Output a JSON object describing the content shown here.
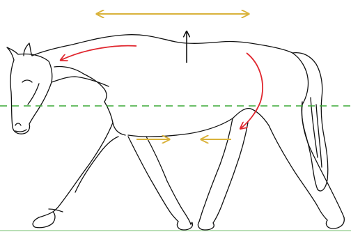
{
  "figure": {
    "subject": "horse-walking-line-drawing",
    "colors": {
      "background": "#ffffff",
      "outline": "#111111",
      "horizontal_arrows": "#d9b23a",
      "curved_arrows": "#e0262e",
      "up_arrow": "#111111",
      "level_line": "#3aa935",
      "ground_line": "#b9dfb6"
    },
    "arrows": [
      {
        "name": "top-double-arrow",
        "color_key": "horizontal_arrows",
        "direction": "both"
      },
      {
        "name": "up-arrow",
        "color_key": "up_arrow",
        "direction": "up"
      },
      {
        "name": "neck-curve-arrow",
        "color_key": "curved_arrows",
        "direction": "forward-down"
      },
      {
        "name": "hindquarter-curve-arrow",
        "color_key": "curved_arrows",
        "direction": "down-forward"
      },
      {
        "name": "belly-arrow-right",
        "color_key": "horizontal_arrows",
        "direction": "right"
      },
      {
        "name": "belly-arrow-left",
        "color_key": "horizontal_arrows",
        "direction": "left"
      }
    ],
    "reference_lines": [
      {
        "name": "level-line",
        "style": "dashed",
        "color_key": "level_line"
      },
      {
        "name": "ground-line",
        "style": "solid",
        "color_key": "ground_line"
      }
    ]
  }
}
